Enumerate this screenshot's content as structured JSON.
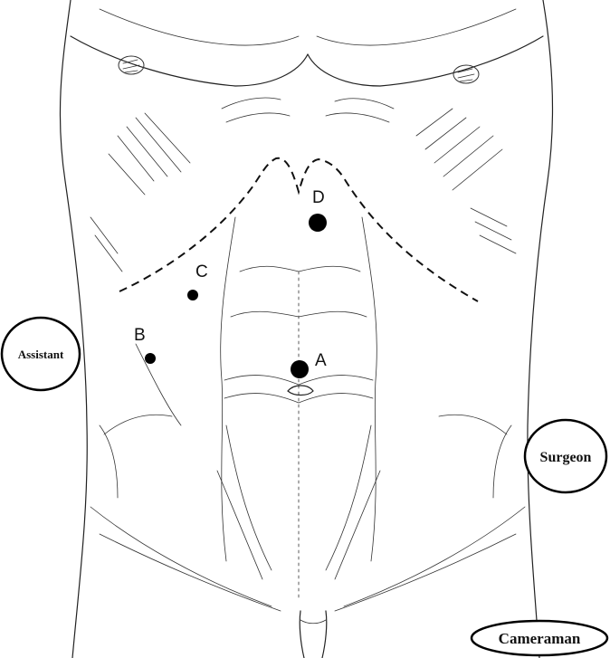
{
  "ports": [
    {
      "id": "A",
      "label": "A"
    },
    {
      "id": "B",
      "label": "B"
    },
    {
      "id": "C",
      "label": "C"
    },
    {
      "id": "D",
      "label": "D"
    }
  ],
  "roles": {
    "assistant": "Assistant",
    "surgeon": "Surgeon",
    "cameraman": "Cameraman"
  }
}
